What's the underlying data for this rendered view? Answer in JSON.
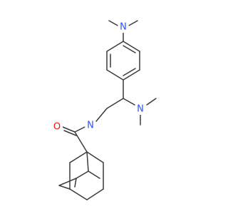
{
  "colors": {
    "bond": "#3a3a3a",
    "nitrogen": "#3050f8",
    "oxygen": "#ff0d0d",
    "background": "#ffffff"
  },
  "atoms": [
    {
      "id": "n_top",
      "symbol": "N"
    },
    {
      "id": "n_side",
      "symbol": "N"
    },
    {
      "id": "n_amide",
      "symbol": "N"
    },
    {
      "id": "o_carbonyl",
      "symbol": "O"
    }
  ]
}
